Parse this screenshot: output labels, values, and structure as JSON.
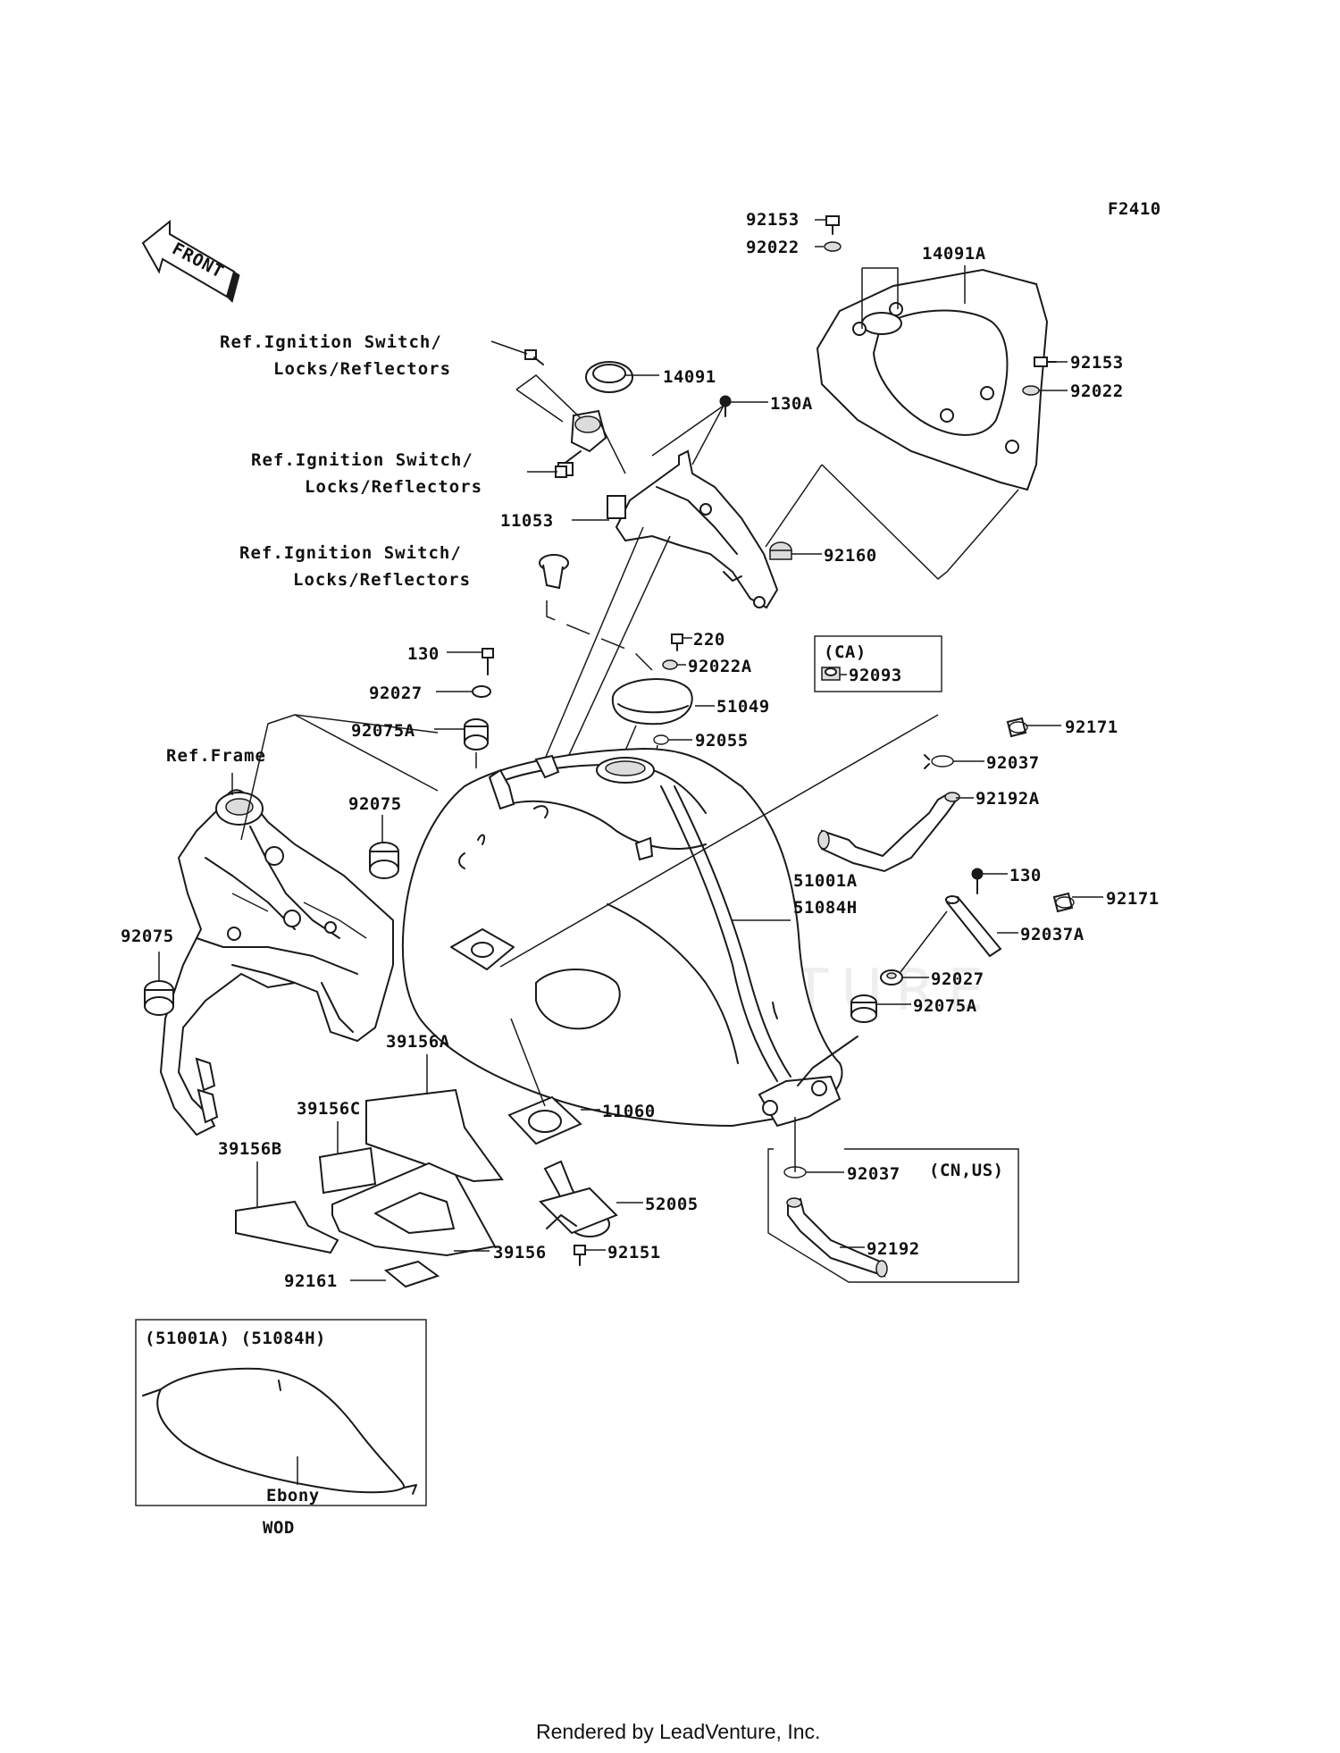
{
  "figure_code": "F2410",
  "front_arrow_label": "FRONT",
  "watermark": "LEADVENTURE",
  "footer": "Rendered by LeadVenture, Inc.",
  "labels": {
    "p92153_top": "92153",
    "p92022_top": "92022",
    "p14091A": "14091A",
    "p92153_right": "92153",
    "p92022_right": "92022",
    "ref1_line1": "Ref.Ignition Switch/",
    "ref1_line2": "Locks/Reflectors",
    "p14091": "14091",
    "p130A": "130A",
    "ref2_line1": "Ref.Ignition Switch/",
    "ref2_line2": "Locks/Reflectors",
    "p11053": "11053",
    "ref3_line1": "Ref.Ignition Switch/",
    "ref3_line2": "Locks/Reflectors",
    "p92160": "92160",
    "p220": "220",
    "p130_left": "130",
    "p92022A": "92022A",
    "ca": "(CA)",
    "p92093": "92093",
    "p92027_left": "92027",
    "p51049": "51049",
    "p92075A_left": "92075A",
    "p92055": "92055",
    "p92171_top": "92171",
    "p92037_top": "92037",
    "ref_frame": "Ref.Frame",
    "p92192A": "92192A",
    "p92075_mid": "92075",
    "p51001A": "51001A",
    "p51084H": "51084H",
    "p130_right": "130",
    "p92171_right": "92171",
    "p92075_left": "92075",
    "p92037A": "92037A",
    "p92027_right": "92027",
    "p92075A_right": "92075A",
    "p39156A": "39156A",
    "p39156C": "39156C",
    "p11060": "11060",
    "p39156B": "39156B",
    "p92037_bottom": "92037",
    "cn_us": "(CN,US)",
    "p52005": "52005",
    "p39156": "39156",
    "p92151": "92151",
    "p92192": "92192",
    "p92161": "92161",
    "inset_header": "(51001A) (51084H)",
    "inset_color": "Ebony",
    "inset_code": "WOD"
  }
}
